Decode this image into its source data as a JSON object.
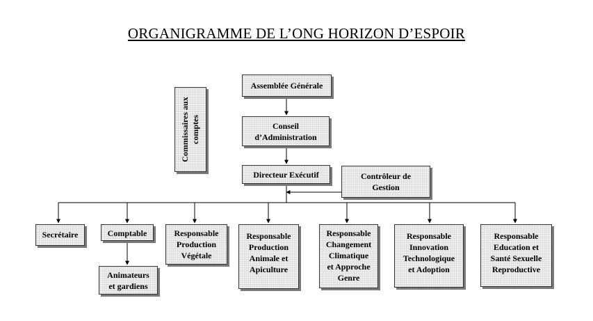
{
  "title": "ORGANIGRAMME DE L’ONG HORIZON D’ESPOIR",
  "nodes": {
    "assemblee": "Assemblée Générale",
    "conseil": "Conseil\nd’Administration",
    "directeur": "Directeur Exécutif",
    "controleur": "Contrôleur de\nGestion",
    "commissaires": "Commissaires aux\ncomptes",
    "secretaire": "Secrétaire",
    "comptable": "Comptable",
    "animateurs": "Animateurs\net gardiens",
    "vegetale": "Responsable\nProduction\nVégétale",
    "animale": "Responsable\nProduction\nAnimale et\nApiculture",
    "climat": "Responsable\nChangement\nClimatique\net Approche\nGenre",
    "innovation": "Responsable\nInnovation\nTechnologique\net Adoption",
    "education": "Responsable\nEducation et\nSanté Sexuelle\nReproductive"
  }
}
